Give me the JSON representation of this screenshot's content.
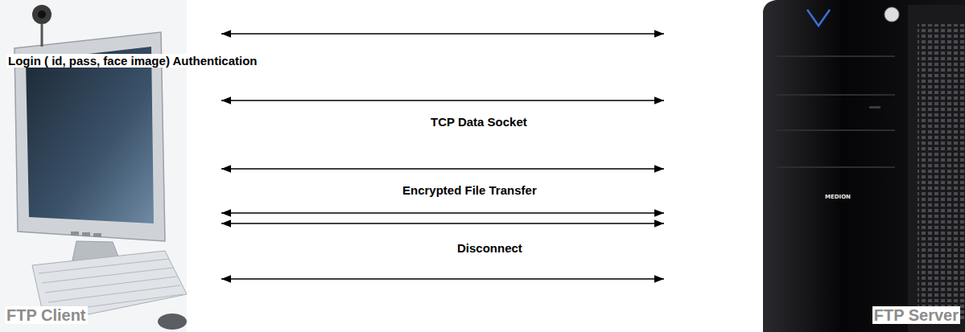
{
  "diagram": {
    "nodes": [
      {
        "text": [
          "FTP Client"
        ]
      },
      {
        "text": [
          "FTP Server"
        ]
      }
    ],
    "edges": [
      {
        "from": 0,
        "to": 1,
        "arrow": "both",
        "label": "Login ( id, pass, face image) Authentication"
      },
      {
        "from": 0,
        "to": 1,
        "arrow": "both",
        "label": "TCP Data Socket"
      },
      {
        "from": 0,
        "to": 1,
        "arrow": "both",
        "label": "Encrypted File Transfer"
      },
      {
        "from": 0,
        "to": 1,
        "arrow": "both"
      },
      {
        "from": 0,
        "to": 1,
        "arrow": "both",
        "label": "Disconnect"
      },
      {
        "from": 0,
        "to": 1,
        "arrow": "both"
      }
    ],
    "labels": [
      "MEDION"
    ]
  }
}
